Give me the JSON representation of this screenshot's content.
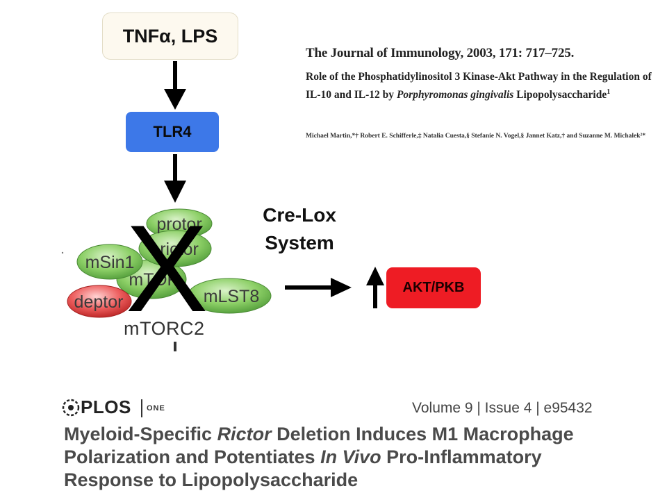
{
  "nodes": {
    "stimulus": "TNFα, LPS",
    "receptor": "TLR4",
    "akt": "AKT/PKB",
    "cre_lox_line1": "Cre-Lox",
    "cre_lox_line2": "System",
    "mtorc2_label": "mTORC2",
    "knockout_mark": "X"
  },
  "complex_components": [
    "protor",
    "rictor",
    "mSin1",
    "mTOR",
    "mLST8",
    "deptor"
  ],
  "colors": {
    "receptor": "#3d78e8",
    "akt": "#ee1c24",
    "complex_green": "#7cc45a",
    "deptor_red": "#e84f4f"
  },
  "journal_ref": {
    "journal": "The Journal of Immunology, 2003, 171: 717–725.",
    "title_part1": "Role of the Phosphatidylinositol 3 Kinase-Akt Pathway in the Regulation of IL-10 and IL-12 by ",
    "title_italic": "Porphyromonas gingivalis",
    "title_part2": " Lipopolysaccharide",
    "title_sup": "1",
    "authors": "Michael Martin,*† Robert E. Schifferle,‡ Natalia Cuesta,§ Stefanie N. Vogel,§ Jannet Katz,† and Suzanne M. Michalek²*"
  },
  "plos_ref": {
    "logo": "PLOS",
    "logo_sub": "ONE",
    "volume": "Volume 9 | Issue 4 | e95432",
    "title_line1_a": "Myeloid-Specific ",
    "title_line1_italic": "Rictor",
    "title_line1_b": " Deletion Induces M1 Macrophage",
    "title_line2_a": "Polarization and Potentiates ",
    "title_line2_italic": "In Vivo",
    "title_line2_b": " Pro-Inflammatory",
    "title_line3": "Response to Lipopolysaccharide"
  }
}
